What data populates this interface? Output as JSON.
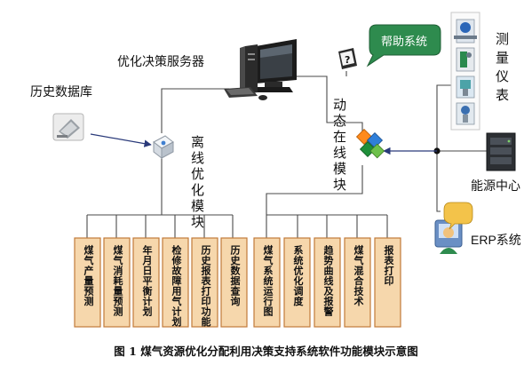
{
  "nodes": {
    "server": "优化决策服务器",
    "history_db": "历史数据库",
    "offline_module": "离线优化模块",
    "online_module": "动态在线模块",
    "help_system": "帮助系统",
    "meters": "测量仪表",
    "energy_center": "能源中心",
    "erp": "ERP系统"
  },
  "offline_functions": [
    "煤气产量预测",
    "煤气消耗量预测",
    "年月日平衡计划",
    "检修故障用气计划",
    "历史报表打印功能",
    "历史数据查询"
  ],
  "online_functions": [
    "煤气系统运行图",
    "系统优化调度",
    "趋势曲线及报警",
    "煤气混合技术",
    "报表打印"
  ],
  "caption": "图 1 煤气资源优化分配利用决策支持系统软件功能模块示意图",
  "colors": {
    "function_box_fill": "#f6d7ac",
    "function_box_border": "#c27a3a",
    "bubble_fill": "#2e8b4e",
    "line": "#4a4a4a"
  }
}
